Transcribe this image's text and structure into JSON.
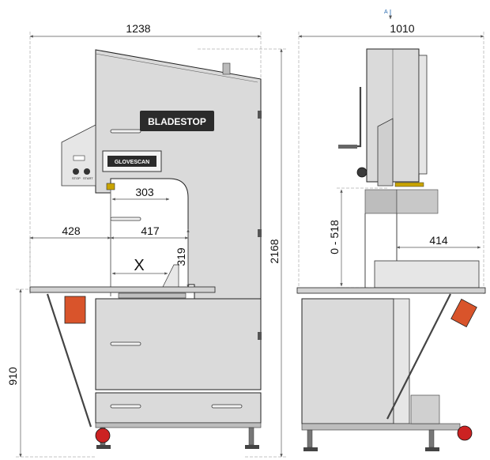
{
  "front_view": {
    "overall_width": "1238",
    "throat_depth": "303",
    "left_extent": "428",
    "right_extent": "417",
    "cut_height": "319",
    "cut_width_label": "X",
    "overall_height": "2168",
    "table_height": "910",
    "brand_logo": "BLADESTOP",
    "glove_logo": "GLOVESCAN",
    "button_stop": "STOP",
    "button_start": "START"
  },
  "side_view": {
    "overall_depth": "1010",
    "section_marker": "A",
    "blade_guide_range": "0 - 518",
    "table_depth": "414"
  },
  "colors": {
    "machine_body": "#dadada",
    "emergency_stop": "#cc2222",
    "warning_pedal": "#d9542b",
    "dimension_line": "#555555",
    "logo_background": "#2b2b2b"
  }
}
